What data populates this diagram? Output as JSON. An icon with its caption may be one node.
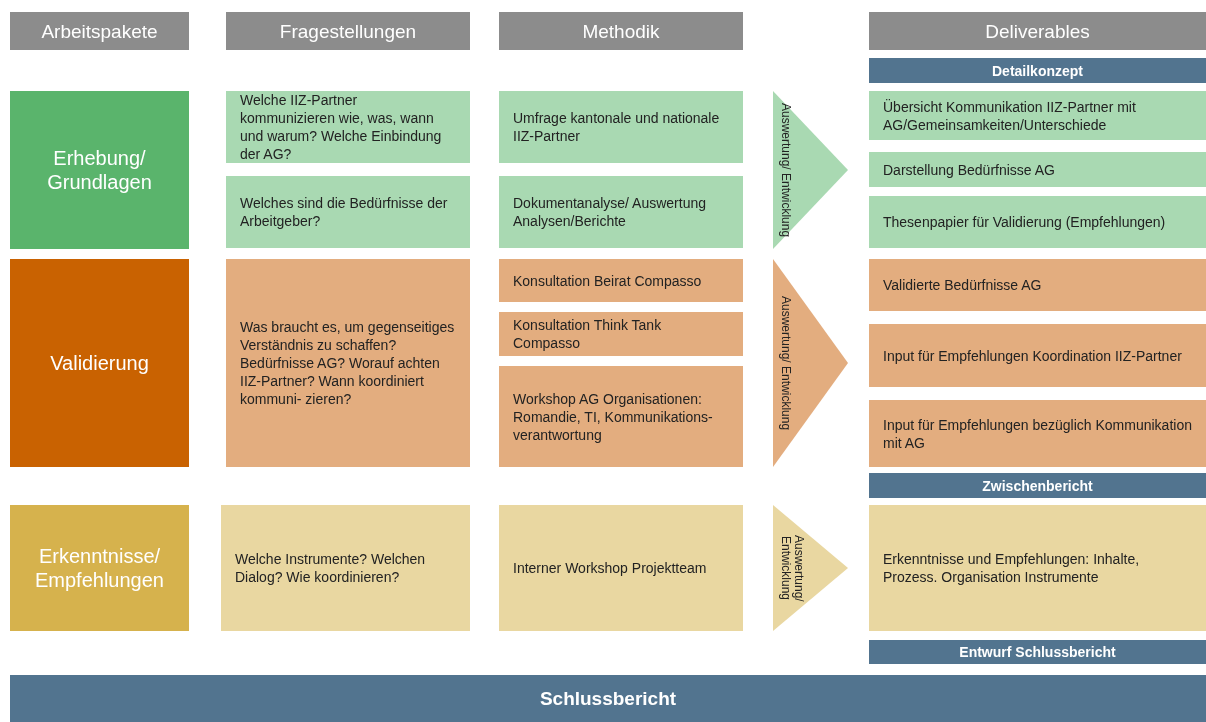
{
  "diagram": {
    "nodes": [
      {
        "text": [
          "Arbeitspakete"
        ]
      },
      {
        "text": [
          "Fragestellungen"
        ]
      },
      {
        "text": [
          "Methodik"
        ]
      },
      {
        "text": [
          "Deliverables"
        ]
      },
      {
        "text": [
          "Detailkonzept"
        ]
      },
      {
        "text": [
          "Erhebung/ Grundlagen"
        ]
      },
      {
        "text": [
          "Welche IIZ-Partner kommunizieren wie, was, wann und warum? Welche Einbindung der AG?"
        ]
      },
      {
        "text": [
          "Welches sind die Bedürfnisse der Arbeitgeber?"
        ]
      },
      {
        "text": [
          "Umfrage kantonale und nationale IIZ-Partner"
        ]
      },
      {
        "text": [
          "Dokumentanalyse/ Auswertung Analysen/Berichte"
        ]
      },
      {
        "text": [
          "Auswertung/ Entwicklung"
        ]
      },
      {
        "text": [
          "Übersicht Kommunikation IIZ-Partner mit AG/Gemeinsamkeiten/Unterschiede"
        ]
      },
      {
        "text": [
          "Darstellung Bedürfnisse AG"
        ]
      },
      {
        "text": [
          "Thesenpapier für Validierung (Empfehlungen)"
        ]
      },
      {
        "text": [
          "Validierung"
        ]
      },
      {
        "text": [
          "Was braucht es, um gegenseitiges Verständnis zu schaffen? Bedürfnisse AG? Worauf achten IIZ-Partner? Wann koordiniert kommuni- zieren?"
        ]
      },
      {
        "text": [
          "Konsultation Beirat Compasso"
        ]
      },
      {
        "text": [
          "Konsultation Think Tank Compasso"
        ]
      },
      {
        "text": [
          "Workshop AG Organisationen: Romandie, TI, Kommunikations- verantwortung"
        ]
      },
      {
        "text": [
          "Auswertung/ Entwicklung"
        ]
      },
      {
        "text": [
          "Validierte Bedürfnisse AG"
        ]
      },
      {
        "text": [
          "Input für Empfehlungen Koordination IIZ-Partner"
        ]
      },
      {
        "text": [
          "Input für Empfehlungen bezüglich Kommunikation mit AG"
        ]
      },
      {
        "text": [
          "Zwischenbericht"
        ]
      },
      {
        "text": [
          "Erkenntnisse/ Empfehlungen"
        ]
      },
      {
        "text": [
          "Welche Instrumente? Welchen Dialog? Wie koordinieren?"
        ]
      },
      {
        "text": [
          "Interner Workshop Projektteam"
        ]
      },
      {
        "text": [
          "Auswertung/ Entwicklung"
        ]
      },
      {
        "text": [
          "Erkenntnisse und Empfehlungen: Inhalte, Prozess. Organisation Instrumente"
        ]
      },
      {
        "text": [
          "Entwurf Schlussbericht"
        ]
      },
      {
        "text": [
          "Schlussbericht"
        ]
      }
    ],
    "edges": []
  }
}
